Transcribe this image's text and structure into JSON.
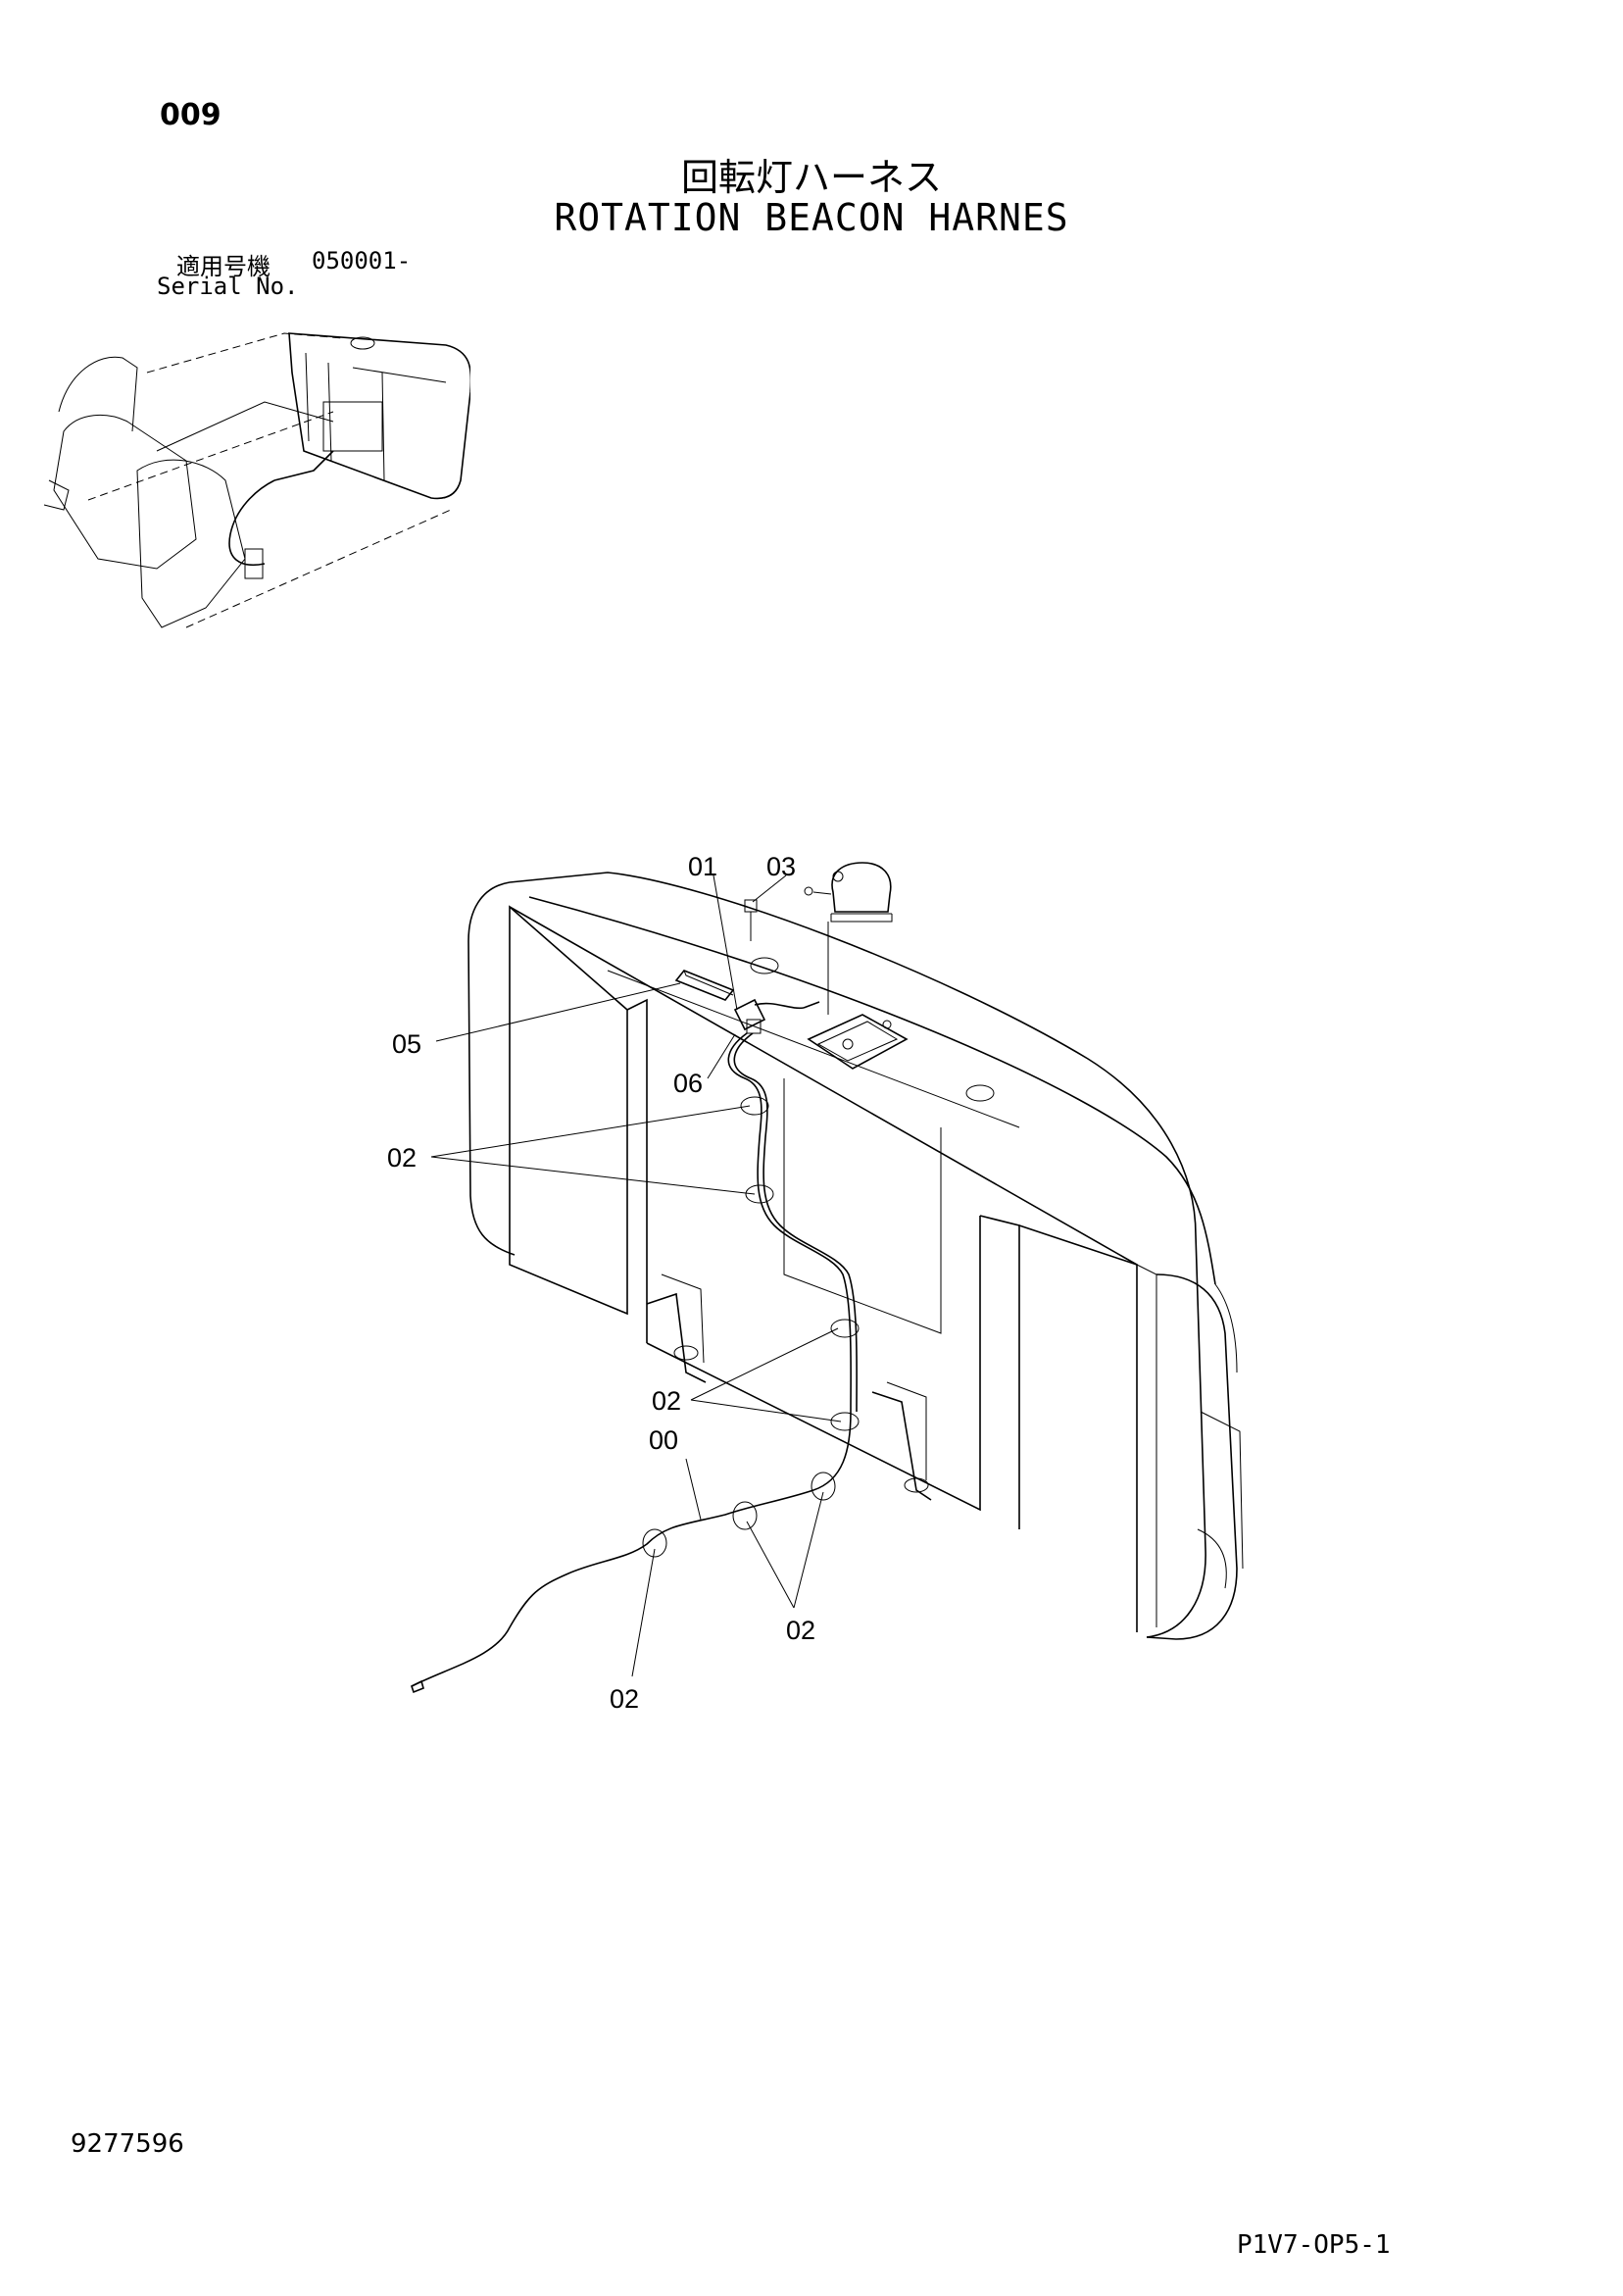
{
  "header": {
    "page_number": "009",
    "title_ja": "回転灯ハーネス",
    "title_en": "ROTATION BEACON HARNES",
    "serial_label_ja": "適用号機",
    "serial_value": "050001-",
    "serial_label_en": "Serial No."
  },
  "callouts": {
    "c01": "01",
    "c03": "03",
    "c05": "05",
    "c06": "06",
    "c02_a": "02",
    "c02_b": "02",
    "c00": "00",
    "c02_c": "02",
    "c02_d": "02"
  },
  "footer": {
    "doc_number": "9277596",
    "drawing_code": "P1V7-OP5-1"
  }
}
